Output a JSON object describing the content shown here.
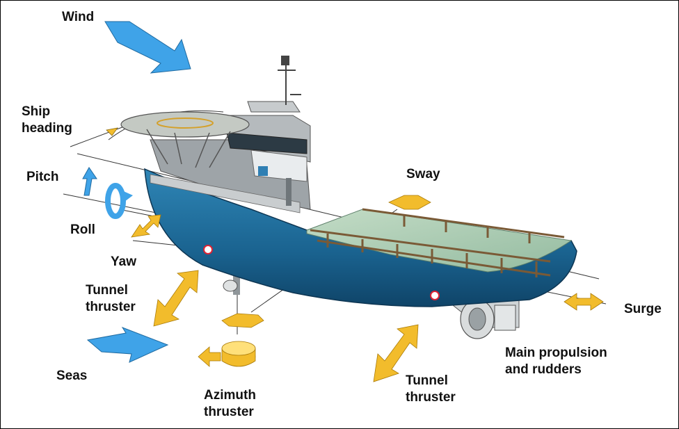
{
  "labels": {
    "wind": "Wind",
    "ship_heading": "Ship\nheading",
    "pitch": "Pitch",
    "roll": "Roll",
    "yaw": "Yaw",
    "tunnel_thruster_bow": "Tunnel\nthruster",
    "seas": "Seas",
    "azimuth_thruster": "Azimuth\nthruster",
    "tunnel_thruster_stern": "Tunnel\nthruster",
    "main_propulsion": "Main propulsion\nand rudders",
    "surge": "Surge",
    "sway": "Sway"
  },
  "colors": {
    "environment_arrow": "#3fa3e8",
    "motion_arrow": "#f2bc2c",
    "hull": "#1d6c9b",
    "deck": "#a9cbb2",
    "superstructure": "#8d9398",
    "helideck": "#c4c9c3"
  }
}
